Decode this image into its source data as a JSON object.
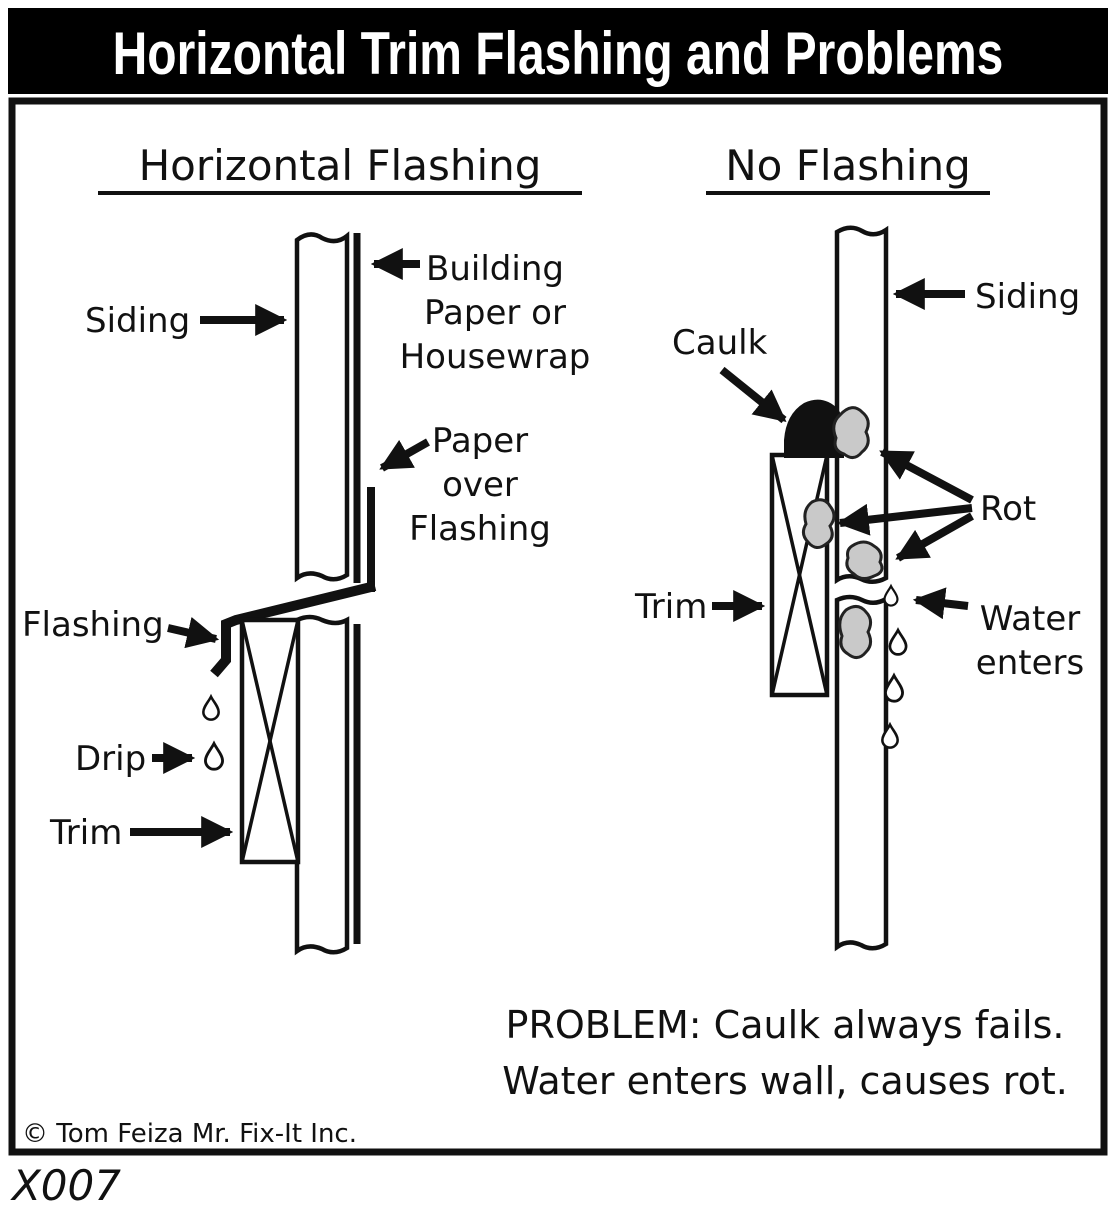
{
  "title": "Horizontal Trim Flashing and Problems",
  "footer_code": "X007",
  "copyright": "© Tom Feiza Mr. Fix-It Inc.",
  "problem": {
    "line1": "PROBLEM: Caulk always fails.",
    "line2": "Water enters wall, causes rot."
  },
  "left": {
    "heading": "Horizontal Flashing",
    "labels": {
      "siding": "Siding",
      "building_paper": [
        "Building",
        "Paper or",
        "Housewrap"
      ],
      "paper_over_flashing": [
        "Paper",
        "over",
        "Flashing"
      ],
      "flashing": "Flashing",
      "drip": "Drip",
      "trim": "Trim"
    }
  },
  "right": {
    "heading": "No Flashing",
    "labels": {
      "siding": "Siding",
      "caulk": "Caulk",
      "rot": "Rot",
      "trim": "Trim",
      "water_enters": [
        "Water",
        "enters"
      ]
    }
  },
  "colors": {
    "ink": "#111111",
    "rot_fill": "#c9c9c9",
    "banner_bg": "#000000",
    "banner_text": "#ffffff"
  }
}
